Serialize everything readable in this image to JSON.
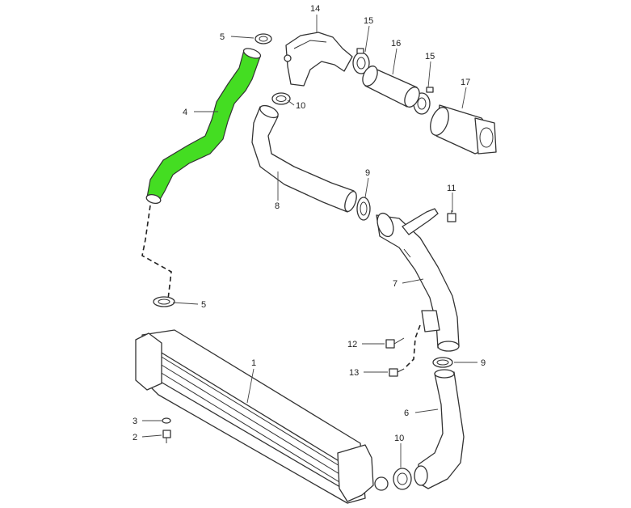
{
  "colors": {
    "highlight": "#44dd22",
    "line": "#333333",
    "background": "#ffffff"
  },
  "callouts": {
    "c1": "1",
    "c2": "2",
    "c3": "3",
    "c4": "4",
    "c5a": "5",
    "c5b": "5",
    "c6": "6",
    "c7": "7",
    "c8": "8",
    "c9a": "9",
    "c9b": "9",
    "c10a": "10",
    "c10b": "10",
    "c11": "11",
    "c12": "12",
    "c13": "13",
    "c14": "14",
    "c15a": "15",
    "c15b": "15",
    "c16": "16",
    "c17": "17"
  }
}
